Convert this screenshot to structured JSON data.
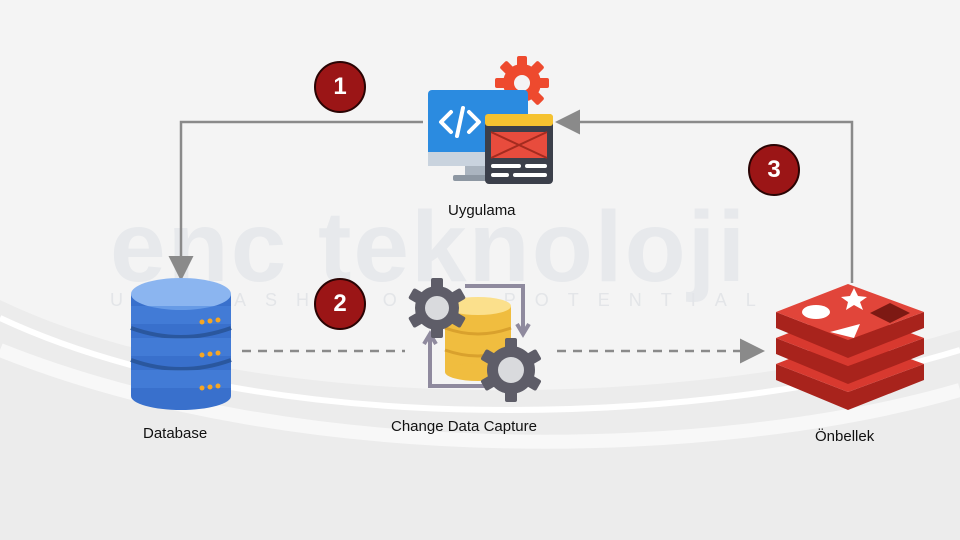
{
  "diagram": {
    "nodes": {
      "application": {
        "label": "Uygulama",
        "icon": "application-code-window-icon"
      },
      "database": {
        "label": "Database",
        "icon": "database-stack-icon"
      },
      "cdc": {
        "label": "Change Data Capture",
        "icon": "cdc-gears-database-icon"
      },
      "cache": {
        "label": "Önbellek",
        "icon": "redis-cache-icon"
      }
    },
    "steps": [
      {
        "number": "1"
      },
      {
        "number": "2"
      },
      {
        "number": "3"
      }
    ],
    "colors": {
      "badge": "#9b1516",
      "arrow": "#8a8a8a",
      "database": "#3f7ad6",
      "redis": "#d3342c",
      "gear": "#5f5f66",
      "cylinder": "#f2c14e"
    }
  },
  "watermark": {
    "brand": "enc teknoloji",
    "tagline": "UNLEASH YOUR POTENTIAL"
  }
}
